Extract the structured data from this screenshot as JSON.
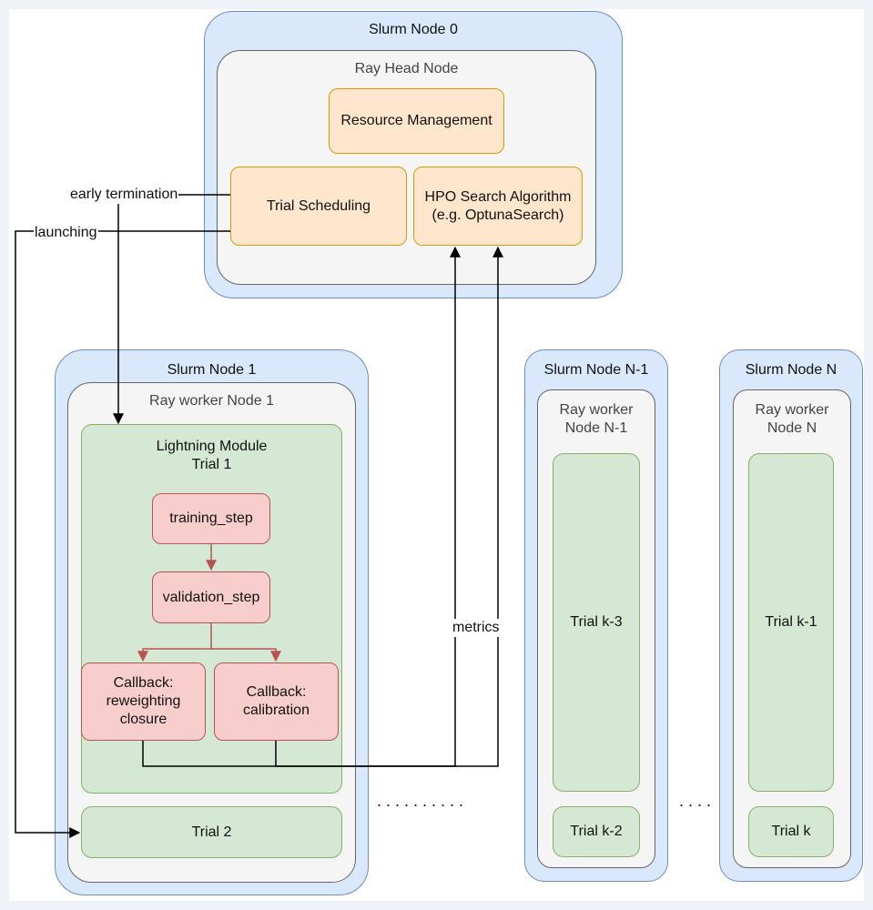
{
  "slurm_nodes": {
    "node0": "Slurm Node 0",
    "node1": "Slurm Node 1",
    "nodeN1": "Slurm Node N-1",
    "nodeN": "Slurm Node N"
  },
  "ray_nodes": {
    "head": "Ray Head Node",
    "worker1": "Ray worker Node 1",
    "workerN1": "Ray worker\nNode N-1",
    "workerN": "Ray worker\nNode N"
  },
  "head_components": {
    "resource_management": "Resource Management",
    "trial_scheduling": "Trial Scheduling",
    "hpo_search": "HPO Search Algorithm\n(e.g. OptunaSearch)"
  },
  "lightning_module": {
    "title": "Lightning Module\nTrial 1",
    "training_step": "training_step",
    "validation_step": "validation_step",
    "callback_reweighting": "Callback:\nreweighting\nclosure",
    "callback_calibration": "Callback:\ncalibration"
  },
  "trials": {
    "trial2": "Trial 2",
    "trial_k3": "Trial k-3",
    "trial_k2": "Trial k-2",
    "trial_k1": "Trial k-1",
    "trial_k": "Trial k"
  },
  "edge_labels": {
    "early_termination": "early termination",
    "launching": "launching",
    "metrics": "metrics"
  },
  "ellipsis": {
    "middle": "..........",
    "right": "...."
  },
  "colors": {
    "slurm_fill": "#dae8fc",
    "ray_fill": "#f5f5f5",
    "orange_fill": "#ffe6cc",
    "green_fill": "#d5e8d4",
    "red_fill": "#f8cecc",
    "red_arrow": "#b85450"
  }
}
